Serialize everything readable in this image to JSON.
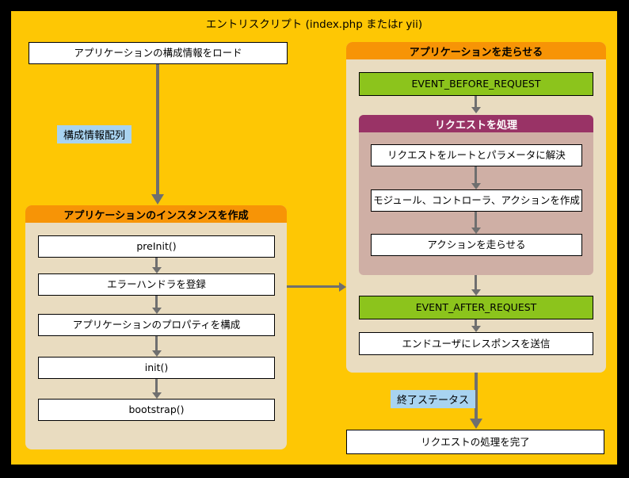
{
  "title": "エントリスクリプト (index.php またはr yii)",
  "colors": {
    "frame": "#000000",
    "canvas": "#FEC704",
    "panel": "#E9DCC0",
    "panel-header": "#F79406",
    "request-panel": "#CFAFA5",
    "request-header": "#993366",
    "event-green": "#8CC41C",
    "label-blue": "#A8D3F0",
    "arrow-gray": "#6F6F6F"
  },
  "left": {
    "load_config": "アプリケーションの構成情報をロード",
    "config_array_label": "構成情報配列",
    "header": "アプリケーションのインスタンスを作成",
    "steps": [
      "preInit()",
      "エラーハンドラを登録",
      "アプリケーションのプロパティを構成",
      "init()",
      "bootstrap()"
    ]
  },
  "right": {
    "header": "アプリケーションを走らせる",
    "event_before": "EVENT_BEFORE_REQUEST",
    "request": {
      "header": "リクエストを処理",
      "steps": [
        "リクエストをルートとパラメータに解決",
        "モジュール、コントローラ、アクションを作成",
        "アクションを走らせる"
      ]
    },
    "event_after": "EVENT_AFTER_REQUEST",
    "send_response": "エンドユーザにレスポンスを送信",
    "exit_status_label": "終了ステータス",
    "finish": "リクエストの処理を完了"
  }
}
